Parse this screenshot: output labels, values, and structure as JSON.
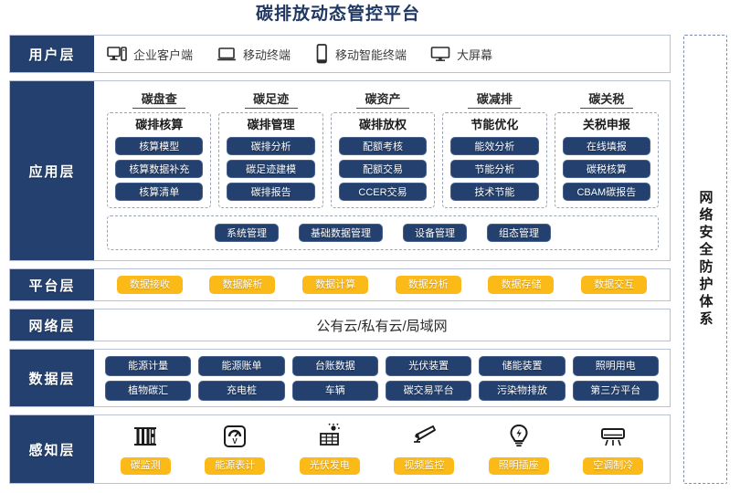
{
  "title": "碳排放动态管控平台",
  "colors": {
    "navy": "#23406e",
    "title_navy": "#1f3864",
    "amber": "#fbba17",
    "border": "#b9c2d6",
    "dashed": "#9aa4b5"
  },
  "security_band": {
    "label": "网络安全防护体系"
  },
  "layers": {
    "user": {
      "label": "用户层",
      "items": [
        {
          "icon": "desktop-pc-icon",
          "label": "企业客户端"
        },
        {
          "icon": "laptop-icon",
          "label": "移动终端"
        },
        {
          "icon": "smartphone-icon",
          "label": "移动智能终端"
        },
        {
          "icon": "large-screen-icon",
          "label": "大屏幕"
        }
      ]
    },
    "application": {
      "label": "应用层",
      "groups": [
        {
          "title": "碳盘查",
          "subtitle": "碳排核算",
          "items": [
            "核算模型",
            "核算数据补充",
            "核算清单"
          ]
        },
        {
          "title": "碳足迹",
          "subtitle": "碳排管理",
          "items": [
            "碳排分析",
            "碳足迹建模",
            "碳排报告"
          ]
        },
        {
          "title": "碳资产",
          "subtitle": "碳排放权",
          "items": [
            "配额考核",
            "配额交易",
            "CCER交易"
          ]
        },
        {
          "title": "碳减排",
          "subtitle": "节能优化",
          "items": [
            "能效分析",
            "节能分析",
            "技术节能"
          ]
        },
        {
          "title": "碳关税",
          "subtitle": "关税申报",
          "items": [
            "在线填报",
            "碳税核算",
            "CBAM碳报告"
          ]
        }
      ],
      "common": [
        "系统管理",
        "基础数据管理",
        "设备管理",
        "组态管理"
      ]
    },
    "platform": {
      "label": "平台层",
      "items": [
        "数据接收",
        "数据解析",
        "数据计算",
        "数据分析",
        "数据存储",
        "数据交互"
      ]
    },
    "network": {
      "label": "网络层",
      "text": "公有云/私有云/局域网"
    },
    "data": {
      "label": "数据层",
      "row1": [
        "能源计量",
        "能源账单",
        "台账数据",
        "光伏装置",
        "储能装置",
        "照明用电"
      ],
      "row2": [
        "植物碳汇",
        "充电桩",
        "车辆",
        "碳交易平台",
        "污染物排放",
        "第三方平台"
      ]
    },
    "sensing": {
      "label": "感知层",
      "items": [
        {
          "icon": "carbon-monitor-icon",
          "label": "碳监测"
        },
        {
          "icon": "energy-meter-icon",
          "label": "能源表计"
        },
        {
          "icon": "solar-panel-icon",
          "label": "光伏发电"
        },
        {
          "icon": "cctv-camera-icon",
          "label": "视频监控"
        },
        {
          "icon": "light-bulb-icon",
          "label": "照明插座"
        },
        {
          "icon": "air-conditioner-icon",
          "label": "空调制冷"
        }
      ]
    }
  }
}
